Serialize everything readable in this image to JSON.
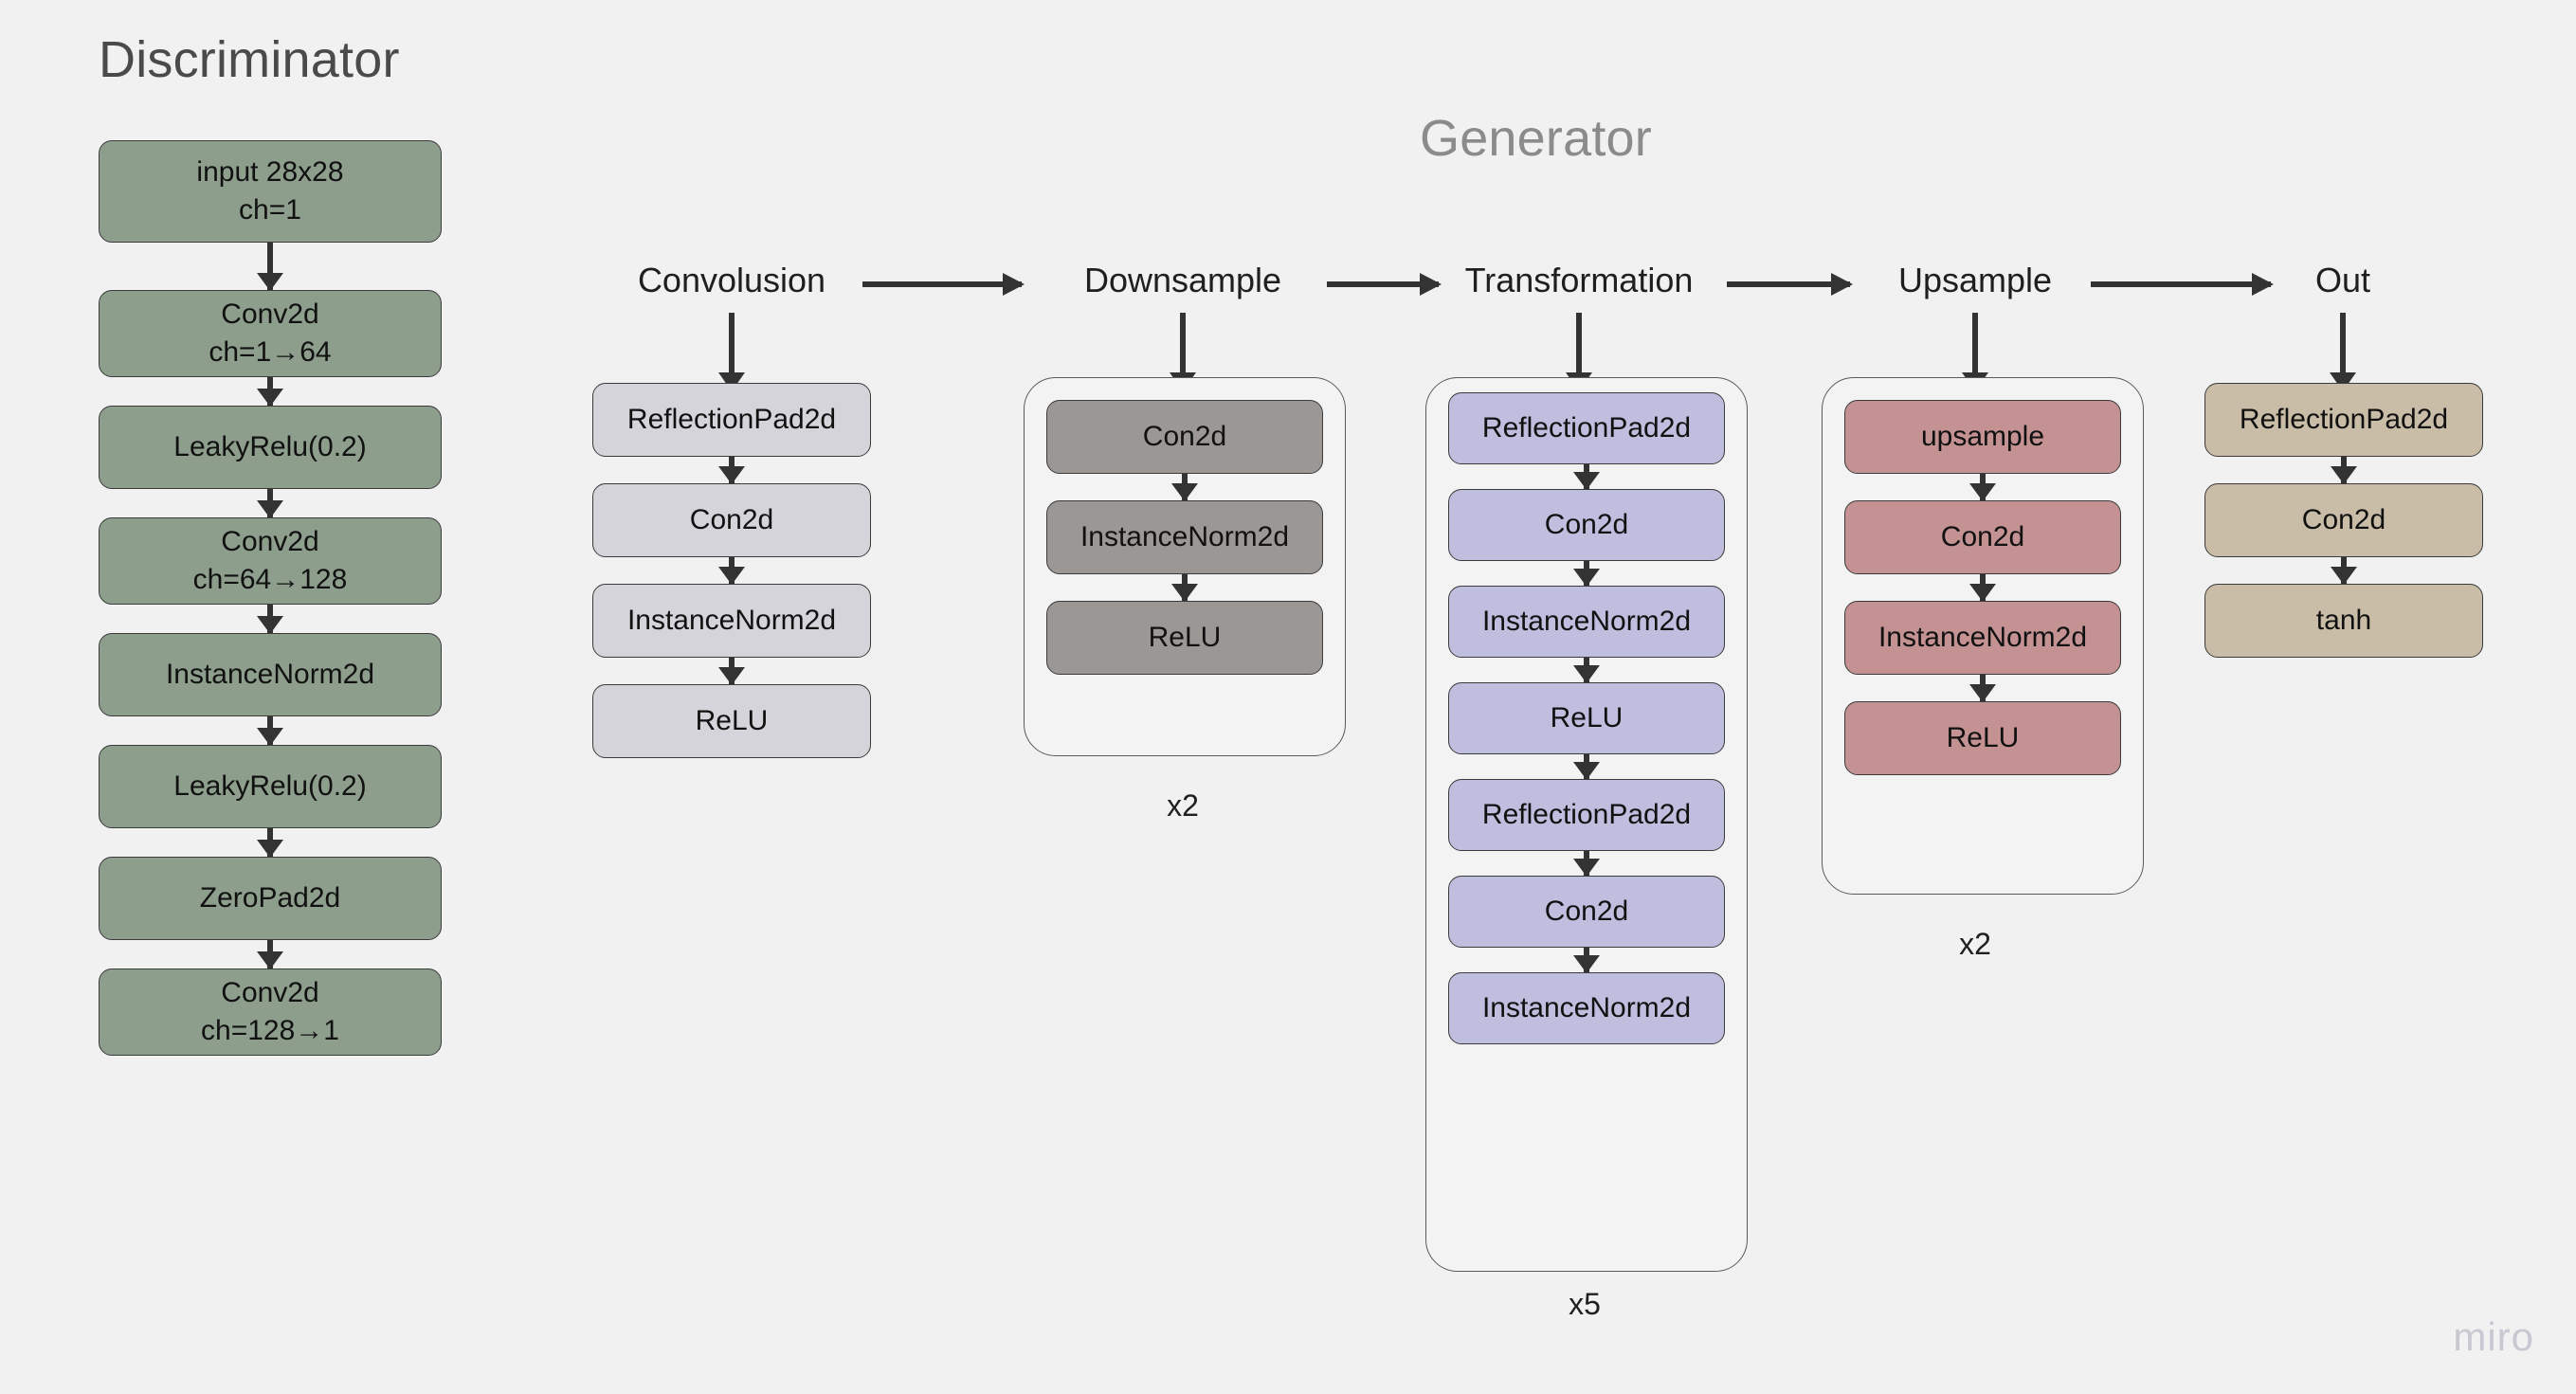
{
  "titles": {
    "discriminator": "Discriminator",
    "generator": "Generator"
  },
  "watermark": "miro",
  "stages": [
    {
      "label": "Convolusion"
    },
    {
      "label": "Downsample"
    },
    {
      "label": "Transformation"
    },
    {
      "label": "Upsample"
    },
    {
      "label": "Out"
    }
  ],
  "colors": {
    "background": "#f1f1f1",
    "discriminator_fill": "#8d9e8d",
    "convolution_fill": "#d5d4da",
    "downsample_fill": "#9b9795",
    "transformation_fill": "#bfbede",
    "upsample_fill": "#c49293",
    "out_fill": "#c9bda8",
    "node_border": "#3b3b3b",
    "arrow": "#333333",
    "title_text": "#4a4a4a",
    "generator_title_text": "#8b8b8b",
    "watermark_text": "#c8c8d2"
  },
  "discriminator": {
    "nodes": [
      "input 28x28\nch=1",
      "Conv2d\nch=1→64",
      "LeakyRelu(0.2)",
      "Conv2d\nch=64→128",
      "InstanceNorm2d",
      "LeakyRelu(0.2)",
      "ZeroPad2d",
      "Conv2d\nch=128→1"
    ]
  },
  "generator": {
    "convolution": {
      "nodes": [
        "ReflectionPad2d",
        "Con2d",
        "InstanceNorm2d",
        "ReLU"
      ],
      "repeat": ""
    },
    "downsample": {
      "nodes": [
        "Con2d",
        "InstanceNorm2d",
        "ReLU"
      ],
      "repeat": "x2"
    },
    "transformation": {
      "nodes": [
        "ReflectionPad2d",
        "Con2d",
        "InstanceNorm2d",
        "ReLU",
        "ReflectionPad2d",
        "Con2d",
        "InstanceNorm2d"
      ],
      "repeat": "x5"
    },
    "upsample": {
      "nodes": [
        "upsample",
        "Con2d",
        "InstanceNorm2d",
        "ReLU"
      ],
      "repeat": "x2"
    },
    "out": {
      "nodes": [
        "ReflectionPad2d",
        "Con2d",
        "tanh"
      ],
      "repeat": ""
    }
  }
}
